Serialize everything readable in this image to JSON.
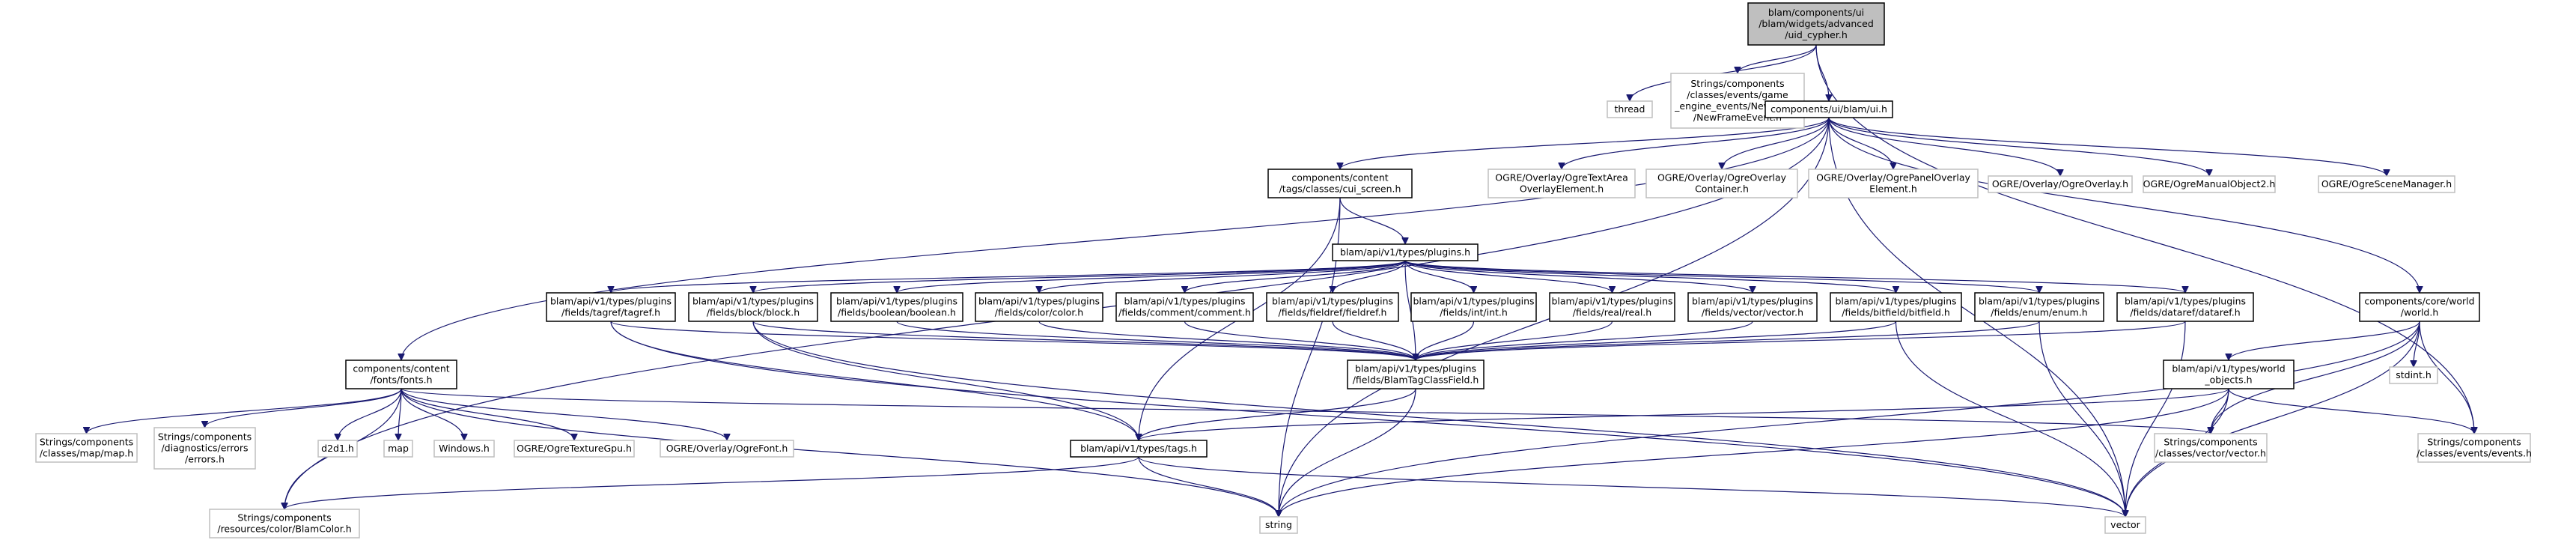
{
  "graph": {
    "colors": {
      "root_fill": "#bfbfbf",
      "root_border": "#000000",
      "node_fill": "#ffffff",
      "node_border": "#000000",
      "external_border": "#bfbfbf",
      "external_text": "#7f7f7f",
      "edge": "#191970"
    },
    "nodes": [
      {
        "id": "root",
        "lines": [
          "blam/components/ui",
          "/blam/widgets/advanced",
          "/uid_cypher.h"
        ],
        "kind": "root"
      },
      {
        "id": "thread",
        "lines": [
          "thread"
        ],
        "kind": "external"
      },
      {
        "id": "newframe",
        "lines": [
          "Strings/components",
          "/classes/events/game",
          "_engine_events/NewFrame",
          "/NewFrameEvent.h"
        ],
        "kind": "external"
      },
      {
        "id": "ui",
        "lines": [
          "components/ui/blam/ui.h"
        ],
        "kind": "internal"
      },
      {
        "id": "cui_screen",
        "lines": [
          "components/content",
          "/tags/classes/cui_screen.h"
        ],
        "kind": "internal"
      },
      {
        "id": "ogre_textarea",
        "lines": [
          "OGRE/Overlay/OgreTextArea",
          "OverlayElement.h"
        ],
        "kind": "external"
      },
      {
        "id": "ogre_container",
        "lines": [
          "OGRE/Overlay/OgreOverlay",
          "Container.h"
        ],
        "kind": "external"
      },
      {
        "id": "ogre_panel",
        "lines": [
          "OGRE/Overlay/OgrePanelOverlay",
          "Element.h"
        ],
        "kind": "external"
      },
      {
        "id": "ogre_overlay",
        "lines": [
          "OGRE/Overlay/OgreOverlay.h"
        ],
        "kind": "external"
      },
      {
        "id": "ogre_manual",
        "lines": [
          "OGRE/OgreManualObject2.h"
        ],
        "kind": "external"
      },
      {
        "id": "ogre_scene",
        "lines": [
          "OGRE/OgreSceneManager.h"
        ],
        "kind": "external"
      },
      {
        "id": "plugins",
        "lines": [
          "blam/api/v1/types/plugins.h"
        ],
        "kind": "internal"
      },
      {
        "id": "world",
        "lines": [
          "components/core/world",
          "/world.h"
        ],
        "kind": "internal"
      },
      {
        "id": "tagref",
        "lines": [
          "blam/api/v1/types/plugins",
          "/fields/tagref/tagref.h"
        ],
        "kind": "internal"
      },
      {
        "id": "block",
        "lines": [
          "blam/api/v1/types/plugins",
          "/fields/block/block.h"
        ],
        "kind": "internal"
      },
      {
        "id": "boolean",
        "lines": [
          "blam/api/v1/types/plugins",
          "/fields/boolean/boolean.h"
        ],
        "kind": "internal"
      },
      {
        "id": "color",
        "lines": [
          "blam/api/v1/types/plugins",
          "/fields/color/color.h"
        ],
        "kind": "internal"
      },
      {
        "id": "comment",
        "lines": [
          "blam/api/v1/types/plugins",
          "/fields/comment/comment.h"
        ],
        "kind": "internal"
      },
      {
        "id": "fieldref",
        "lines": [
          "blam/api/v1/types/plugins",
          "/fields/fieldref/fieldref.h"
        ],
        "kind": "internal"
      },
      {
        "id": "int",
        "lines": [
          "blam/api/v1/types/plugins",
          "/fields/int/int.h"
        ],
        "kind": "internal"
      },
      {
        "id": "real",
        "lines": [
          "blam/api/v1/types/plugins",
          "/fields/real/real.h"
        ],
        "kind": "internal"
      },
      {
        "id": "vector",
        "lines": [
          "blam/api/v1/types/plugins",
          "/fields/vector/vector.h"
        ],
        "kind": "internal"
      },
      {
        "id": "bitfield",
        "lines": [
          "blam/api/v1/types/plugins",
          "/fields/bitfield/bitfield.h"
        ],
        "kind": "internal"
      },
      {
        "id": "enum",
        "lines": [
          "blam/api/v1/types/plugins",
          "/fields/enum/enum.h"
        ],
        "kind": "internal"
      },
      {
        "id": "dataref",
        "lines": [
          "blam/api/v1/types/plugins",
          "/fields/dataref/dataref.h"
        ],
        "kind": "internal"
      },
      {
        "id": "fonts",
        "lines": [
          "components/content",
          "/fonts/fonts.h"
        ],
        "kind": "internal"
      },
      {
        "id": "blamtagclassfield",
        "lines": [
          "blam/api/v1/types/plugins",
          "/fields/BlamTagClassField.h"
        ],
        "kind": "internal"
      },
      {
        "id": "world_objects",
        "lines": [
          "blam/api/v1/types/world",
          "_objects.h"
        ],
        "kind": "internal"
      },
      {
        "id": "stdint",
        "lines": [
          "stdint.h"
        ],
        "kind": "external"
      },
      {
        "id": "map",
        "lines": [
          "Strings/components",
          "/classes/map/map.h"
        ],
        "kind": "external"
      },
      {
        "id": "errors",
        "lines": [
          "Strings/components",
          "/diagnostics/errors",
          "/errors.h"
        ],
        "kind": "external"
      },
      {
        "id": "d2d1",
        "lines": [
          "d2d1.h"
        ],
        "kind": "external"
      },
      {
        "id": "map_std",
        "lines": [
          "map"
        ],
        "kind": "external"
      },
      {
        "id": "windows",
        "lines": [
          "Windows.h"
        ],
        "kind": "external"
      },
      {
        "id": "ogre_texgpu",
        "lines": [
          "OGRE/OgreTextureGpu.h"
        ],
        "kind": "external"
      },
      {
        "id": "ogre_font",
        "lines": [
          "OGRE/Overlay/OgreFont.h"
        ],
        "kind": "external"
      },
      {
        "id": "tags",
        "lines": [
          "blam/api/v1/types/tags.h"
        ],
        "kind": "internal"
      },
      {
        "id": "vector_h",
        "lines": [
          "Strings/components",
          "/classes/vector/vector.h"
        ],
        "kind": "external"
      },
      {
        "id": "events",
        "lines": [
          "Strings/components",
          "/classes/events/events.h"
        ],
        "kind": "external"
      },
      {
        "id": "blamcolor",
        "lines": [
          "Strings/components",
          "/resources/color/BlamColor.h"
        ],
        "kind": "external"
      },
      {
        "id": "string",
        "lines": [
          "string"
        ],
        "kind": "external"
      },
      {
        "id": "vector_std",
        "lines": [
          "vector"
        ],
        "kind": "external"
      }
    ],
    "edges": [
      [
        "root",
        "thread"
      ],
      [
        "root",
        "newframe"
      ],
      [
        "root",
        "ui"
      ],
      [
        "root",
        "events"
      ],
      [
        "ui",
        "fonts"
      ],
      [
        "ui",
        "cui_screen"
      ],
      [
        "ui",
        "ogre_textarea"
      ],
      [
        "ui",
        "ogre_container"
      ],
      [
        "ui",
        "ogre_panel"
      ],
      [
        "ui",
        "ogre_overlay"
      ],
      [
        "ui",
        "ogre_manual"
      ],
      [
        "ui",
        "ogre_scene"
      ],
      [
        "ui",
        "world"
      ],
      [
        "ui",
        "blamcolor"
      ],
      [
        "ui",
        "vector_std"
      ],
      [
        "ui",
        "string"
      ],
      [
        "cui_screen",
        "plugins"
      ],
      [
        "cui_screen",
        "tags"
      ],
      [
        "cui_screen",
        "string"
      ],
      [
        "plugins",
        "tagref"
      ],
      [
        "plugins",
        "block"
      ],
      [
        "plugins",
        "boolean"
      ],
      [
        "plugins",
        "color"
      ],
      [
        "plugins",
        "comment"
      ],
      [
        "plugins",
        "fieldref"
      ],
      [
        "plugins",
        "int"
      ],
      [
        "plugins",
        "real"
      ],
      [
        "plugins",
        "vector"
      ],
      [
        "plugins",
        "bitfield"
      ],
      [
        "plugins",
        "enum"
      ],
      [
        "plugins",
        "dataref"
      ],
      [
        "plugins",
        "blamtagclassfield"
      ],
      [
        "tagref",
        "blamtagclassfield"
      ],
      [
        "tagref",
        "tags"
      ],
      [
        "tagref",
        "vector_std"
      ],
      [
        "block",
        "blamtagclassfield"
      ],
      [
        "block",
        "tags"
      ],
      [
        "block",
        "vector_std"
      ],
      [
        "boolean",
        "blamtagclassfield"
      ],
      [
        "color",
        "blamtagclassfield"
      ],
      [
        "comment",
        "blamtagclassfield"
      ],
      [
        "fieldref",
        "blamtagclassfield"
      ],
      [
        "int",
        "blamtagclassfield"
      ],
      [
        "real",
        "blamtagclassfield"
      ],
      [
        "vector",
        "blamtagclassfield"
      ],
      [
        "bitfield",
        "blamtagclassfield"
      ],
      [
        "bitfield",
        "vector_std"
      ],
      [
        "enum",
        "blamtagclassfield"
      ],
      [
        "enum",
        "vector_std"
      ],
      [
        "dataref",
        "blamtagclassfield"
      ],
      [
        "dataref",
        "vector_std"
      ],
      [
        "blamtagclassfield",
        "tags"
      ],
      [
        "blamtagclassfield",
        "string"
      ],
      [
        "fonts",
        "map"
      ],
      [
        "fonts",
        "errors"
      ],
      [
        "fonts",
        "d2d1"
      ],
      [
        "fonts",
        "map_std"
      ],
      [
        "fonts",
        "windows"
      ],
      [
        "fonts",
        "ogre_texgpu"
      ],
      [
        "fonts",
        "ogre_font"
      ],
      [
        "fonts",
        "string"
      ],
      [
        "fonts",
        "blamcolor"
      ],
      [
        "fonts",
        "vector_h"
      ],
      [
        "world",
        "world_objects"
      ],
      [
        "world",
        "stdint"
      ],
      [
        "world",
        "vector_h"
      ],
      [
        "world",
        "events"
      ],
      [
        "world",
        "vector_std"
      ],
      [
        "world",
        "string"
      ],
      [
        "world_objects",
        "tags"
      ],
      [
        "world_objects",
        "vector_h"
      ],
      [
        "world_objects",
        "events"
      ],
      [
        "world_objects",
        "vector_std"
      ],
      [
        "world_objects",
        "string"
      ],
      [
        "tags",
        "blamcolor"
      ],
      [
        "tags",
        "string"
      ],
      [
        "tags",
        "vector_std"
      ]
    ]
  }
}
